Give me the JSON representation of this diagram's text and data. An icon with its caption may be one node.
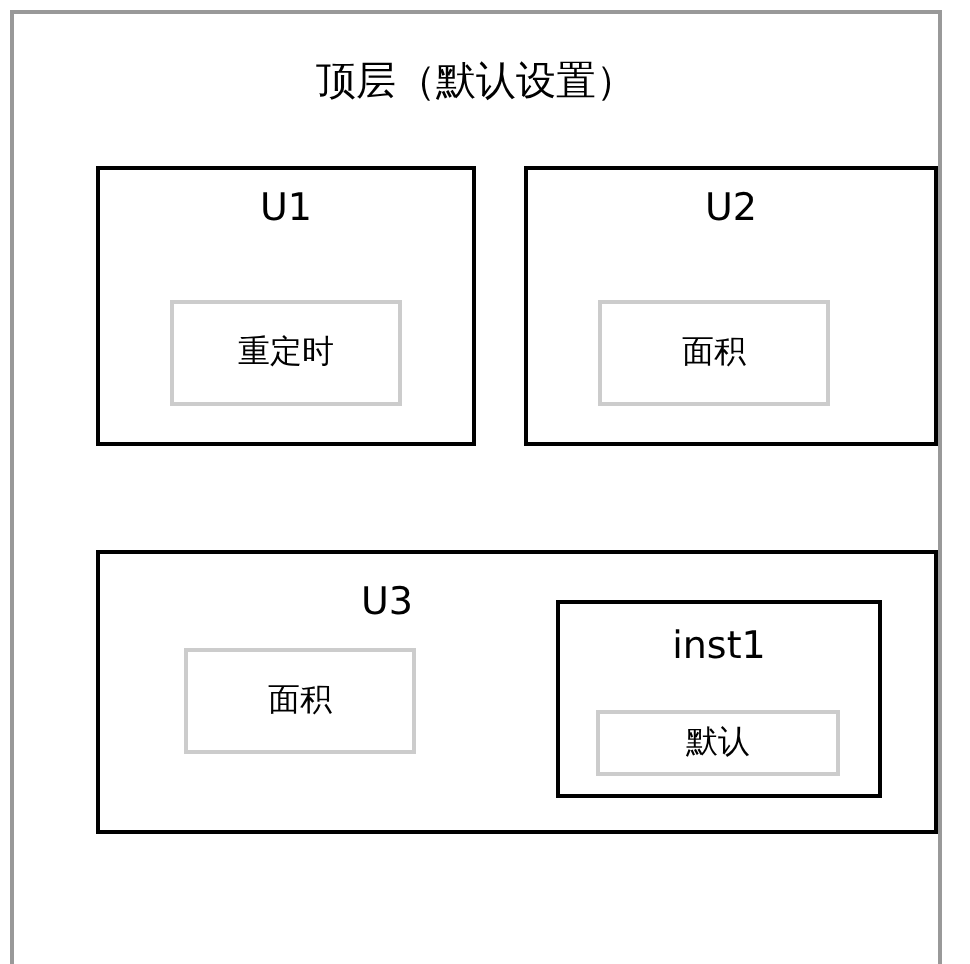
{
  "diagram": {
    "nodes": [
      {
        "text": [
          "顶层（默认设置）"
        ]
      },
      {
        "text": [
          "U1"
        ],
        "in": 0
      },
      {
        "text": [
          "重定时"
        ],
        "in": 1
      },
      {
        "text": [
          "U2"
        ],
        "in": 0
      },
      {
        "text": [
          "面积"
        ],
        "in": 3
      },
      {
        "text": [
          "U3"
        ],
        "in": 0
      },
      {
        "text": [
          "面积"
        ],
        "in": 5
      },
      {
        "text": [
          "inst1"
        ],
        "in": 5
      },
      {
        "text": [
          "默认"
        ],
        "in": 7
      }
    ]
  }
}
